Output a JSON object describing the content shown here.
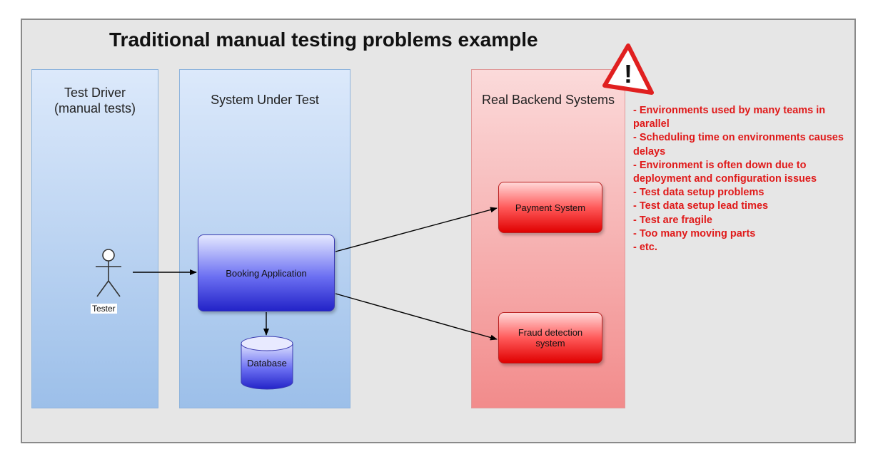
{
  "title": "Traditional manual testing problems example",
  "lanes": {
    "test_driver": "Test Driver\n(manual tests)",
    "system_under_test": "System Under Test",
    "backend": "Real Backend Systems"
  },
  "actor": {
    "label": "Tester"
  },
  "nodes": {
    "booking": "Booking Application",
    "database": "Database",
    "payment": "Payment System",
    "fraud": "Fraud detection\nsystem"
  },
  "warning": {
    "icon": "warning-icon",
    "symbol": "!"
  },
  "problems": [
    "- Environments used by many teams in parallel",
    "- Scheduling time on environments causes delays",
    "- Environment is often down due to deployment and configuration issues",
    "- Test data setup problems",
    "- Test data setup lead times",
    "- Test are fragile",
    "- Too many moving parts",
    "- etc."
  ],
  "colors": {
    "problem_text": "#e01a1a",
    "warning_stroke": "#e02020"
  }
}
